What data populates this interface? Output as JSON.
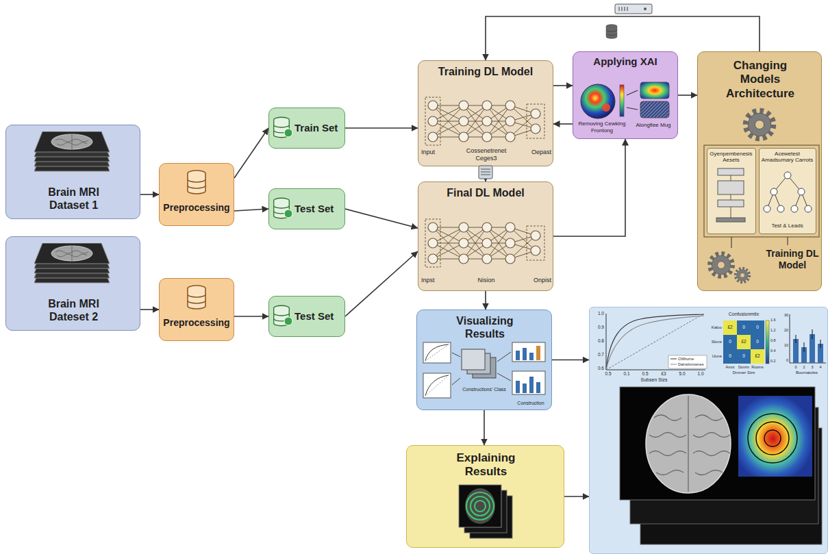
{
  "diagram": {
    "nodes": [
      {
        "text": [
          "Brain MRI Dataset 1"
        ]
      },
      {
        "text": [
          "Brain MRI Dateset 2"
        ]
      },
      {
        "text": [
          "Preprocessing"
        ]
      },
      {
        "text": [
          "Preprocessing"
        ]
      },
      {
        "text": [
          "Train Set"
        ]
      },
      {
        "text": [
          "Test Set"
        ]
      },
      {
        "text": [
          "Test Set"
        ]
      },
      {
        "text": [
          "Training DL Model",
          "Input",
          "Cossenetrenet Ceges3",
          "Oepast"
        ]
      },
      {
        "text": [
          "Final DL Model",
          "Inpst",
          "Nision",
          "Onpist"
        ]
      },
      {
        "text": [
          "Applying XAI",
          "Removing Cewking Frontong",
          "Alongfiee Mug"
        ]
      },
      {
        "text": [
          "Changing Models Architecture",
          "Training DL Model"
        ]
      },
      {
        "text": [
          "Gyenpembenesis Aesets"
        ],
        "in": 10
      },
      {
        "text": [
          "Acewetest Amadsumary Carrots",
          "Test & Leads"
        ],
        "in": 10
      },
      {
        "text": [
          "Visualizing Results",
          "Constructions' Class",
          "Construction"
        ]
      },
      {
        "text": [
          "Explaining Results"
        ]
      },
      {
        "text": [
          "Confusionmtix"
        ]
      }
    ],
    "edges": [
      {
        "from": 0,
        "to": 2,
        "arrow": "to"
      },
      {
        "from": 1,
        "to": 3,
        "arrow": "to"
      },
      {
        "from": 2,
        "to": 4,
        "arrow": "to"
      },
      {
        "from": 2,
        "to": 5,
        "arrow": "to"
      },
      {
        "from": 3,
        "to": 6,
        "arrow": "to"
      },
      {
        "from": 4,
        "to": 7,
        "arrow": "to"
      },
      {
        "from": 5,
        "to": 8,
        "arrow": "to"
      },
      {
        "from": 6,
        "to": 8,
        "arrow": "to"
      },
      {
        "from": 7,
        "to": 8,
        "arrow": "to"
      },
      {
        "from": 7,
        "to": 9,
        "arrow": "to"
      },
      {
        "from": 9,
        "to": 7,
        "arrow": "to"
      },
      {
        "from": 8,
        "to": 9,
        "arrow": "to"
      },
      {
        "from": 9,
        "to": 10,
        "arrow": "to"
      },
      {
        "from": 10,
        "to": 7,
        "arrow": "to"
      },
      {
        "from": 8,
        "to": 13,
        "arrow": "to"
      },
      {
        "from": 13,
        "to": 15,
        "arrow": "to"
      },
      {
        "from": 13,
        "to": 14,
        "arrow": "to"
      },
      {
        "from": 14,
        "to": 15,
        "arrow": "to"
      }
    ],
    "labels": [
      "1.0",
      "0.9",
      "0.8",
      "0.7",
      "0.6",
      "0.5",
      "0.1",
      "0.5",
      "£3",
      "5.0",
      "1.0",
      "Subsen Sizs",
      "Cfillhurne",
      "Dalnsfonnwnes",
      "Kaloo",
      "Slone",
      "Uone",
      "£2",
      "0",
      "0",
      "0",
      "£2",
      "0",
      "0",
      "0",
      "£2",
      "Amot",
      "Donrin",
      "Rooms",
      "Dmmer Sizs",
      "1.6",
      "1.2",
      "0.8",
      "0.4",
      "0.2",
      "30",
      "20",
      "10",
      "0",
      "0",
      "2",
      "3",
      "4",
      "Boornatoles"
    ]
  }
}
